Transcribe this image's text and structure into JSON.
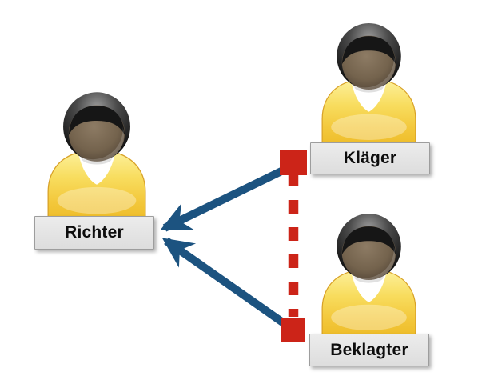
{
  "diagram": {
    "background_color": "#ffffff",
    "nodes": [
      {
        "id": "richter",
        "label": "Richter",
        "icon": "person-icon",
        "position": "middle-left"
      },
      {
        "id": "klaeger",
        "label": "Kläger",
        "icon": "person-icon",
        "position": "top-right"
      },
      {
        "id": "beklagter",
        "label": "Beklagter",
        "icon": "person-icon",
        "position": "bottom-right"
      }
    ],
    "edges": [
      {
        "from": "klaeger",
        "to": "richter",
        "type": "arrow",
        "line_style": "solid",
        "color": "#1c5380"
      },
      {
        "from": "beklagter",
        "to": "richter",
        "type": "arrow",
        "line_style": "solid",
        "color": "#1c5380"
      },
      {
        "from": "klaeger",
        "to": "beklagter",
        "type": "connector",
        "line_style": "dashed",
        "endpoints": "filled-square",
        "color": "#cc2418"
      }
    ],
    "colors": {
      "arrow_blue": "#1c5380",
      "dashed_red": "#cc2418",
      "label_bg": "#e4e4e4",
      "label_border": "#9d9d9d",
      "label_text": "#0d0d0d",
      "person_shirt": "#f3cc3d",
      "person_hair": "#141414",
      "person_face": "#76654f"
    }
  }
}
